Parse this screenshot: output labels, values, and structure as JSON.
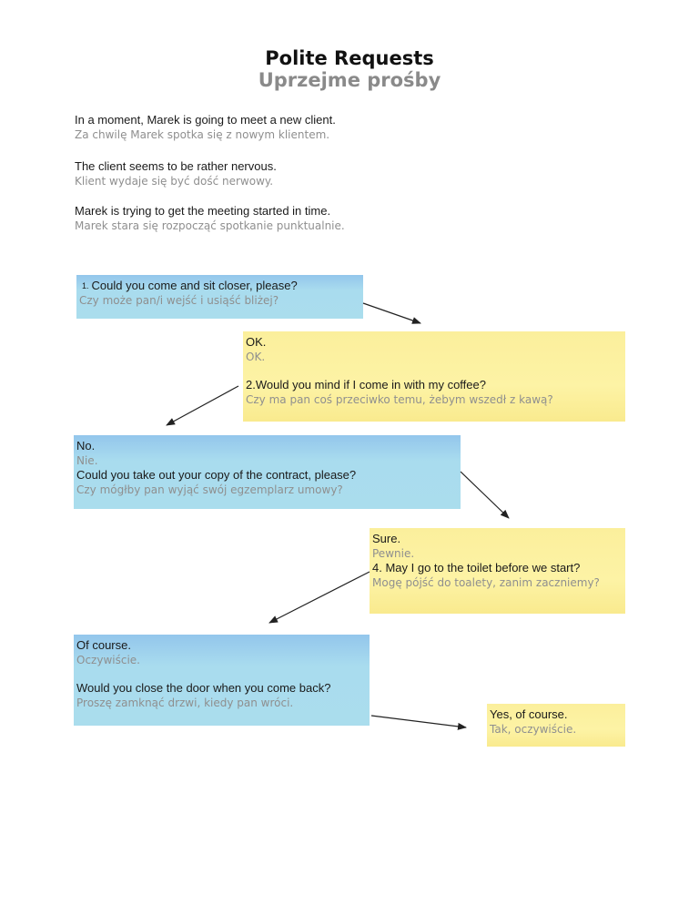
{
  "title": "Polite Requests",
  "subtitle": "Uprzejme prośby",
  "intro": [
    {
      "en": "In a moment, Marek is going to meet a new client.",
      "pl": "Za chwilę Marek spotka się z nowym klientem."
    },
    {
      "en": "The client seems to be rather nervous.",
      "pl": "Klient wydaje się być dość nerwowy."
    },
    {
      "en": "Marek is trying to get the meeting started in time.",
      "pl": "Marek stara się rozpocząć spotkanie punktualnie."
    }
  ],
  "boxes": {
    "b1": {
      "num": "1.",
      "en": "Could you come and sit closer, please?",
      "pl": "Czy może pan/i wejść i usiąść bliżej?"
    },
    "b2": {
      "en1": "OK.",
      "pl1": "OK.",
      "en2": "2.Would you mind if I come in with my coffee?",
      "pl2": "Czy ma pan coś przeciwko temu, żebym wszedł z kawą?"
    },
    "b3": {
      "en1": "No.",
      "pl1": "Nie.",
      "en2": "Could you take out your copy of the contract, please?",
      "pl2": "Czy mógłby pan wyjąć swój egzemplarz umowy?"
    },
    "b4": {
      "en1": "Sure.",
      "pl1": "Pewnie.",
      "en2": "4. May I go to the toilet before we start?",
      "pl2": "Mogę pójść do toalety, zanim zaczniemy?"
    },
    "b5": {
      "en1": "Of course.",
      "pl1": "Oczywiście.",
      "en2": "Would you close the door when you come back?",
      "pl2": "Proszę zamknąć drzwi, kiedy pan wróci."
    },
    "b6": {
      "en1": "Yes, of course.",
      "pl1": "Tak, oczywiście."
    }
  },
  "colors": {
    "blue_box": "#a9dcee",
    "yellow_box": "#fdf3a5",
    "english_text": "#1a1a1a",
    "polish_text": "#8f8f8f"
  }
}
